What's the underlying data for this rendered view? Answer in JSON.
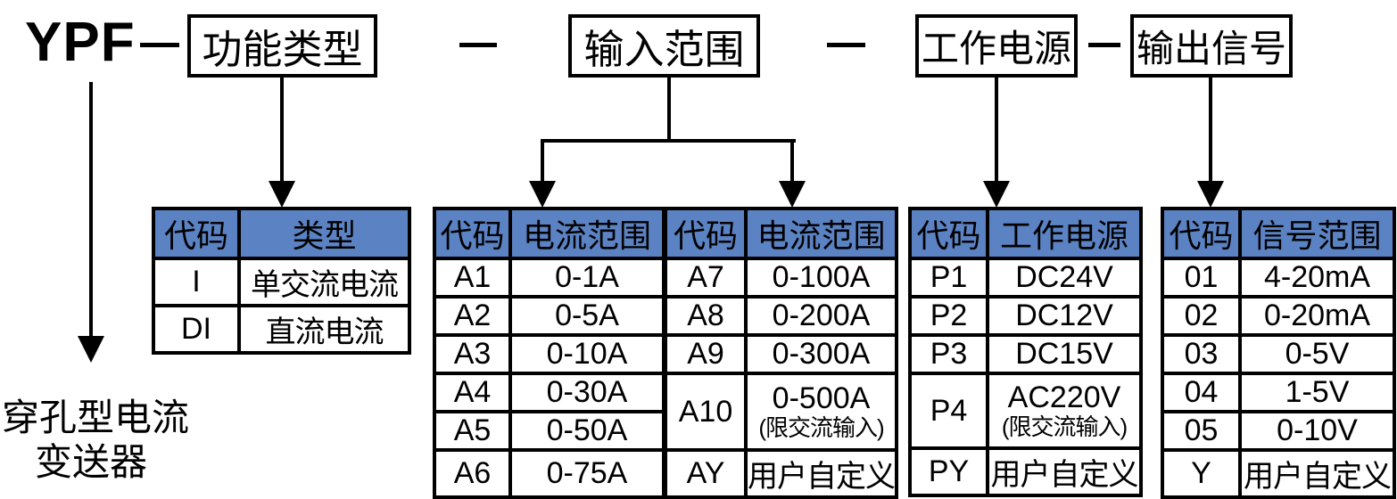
{
  "title": {
    "prefix": "YPF"
  },
  "segments": {
    "function_type": "功能类型",
    "input_range": "输入范围",
    "power_supply": "工作电源",
    "output_signal": "输出信号"
  },
  "prefix_note": {
    "line1": "穿孔型电流",
    "line2": "变送器"
  },
  "colors": {
    "header_bg": "#5B83C4",
    "line": "#000000",
    "background": "#FFFFFF"
  },
  "function_table": {
    "headers": [
      "代码",
      "类型"
    ],
    "rows": [
      [
        "I",
        "单交流电流"
      ],
      [
        "DI",
        "直流电流"
      ]
    ]
  },
  "input_table": {
    "headers": [
      "代码",
      "电流范围",
      "代码",
      "电流范围"
    ],
    "rows": [
      [
        "A1",
        "0-1A",
        "A7",
        "0-100A"
      ],
      [
        "A2",
        "0-5A",
        "A8",
        "0-200A"
      ],
      [
        "A3",
        "0-10A",
        "A9",
        "0-300A"
      ],
      [
        "A4",
        "0-30A"
      ],
      [
        "A5",
        "0-50A"
      ],
      [
        "A6",
        "0-75A",
        "AY",
        "用户自定义"
      ]
    ],
    "span_code": "A10",
    "span_value": "0-500A",
    "span_note": "(限交流输入)"
  },
  "power_table": {
    "headers": [
      "代码",
      "工作电源"
    ],
    "rows": [
      [
        "P1",
        "DC24V"
      ],
      [
        "P2",
        "DC12V"
      ],
      [
        "P3",
        "DC15V"
      ]
    ],
    "span_code": "P4",
    "span_value": "AC220V",
    "span_note": "(限交流输入)",
    "last_row": [
      "PY",
      "用户自定义"
    ]
  },
  "output_table": {
    "headers": [
      "代码",
      "信号范围"
    ],
    "rows": [
      [
        "01",
        "4-20mA"
      ],
      [
        "02",
        "0-20mA"
      ],
      [
        "03",
        "0-5V"
      ],
      [
        "04",
        "1-5V"
      ],
      [
        "05",
        "0-10V"
      ],
      [
        "Y",
        "用户自定义"
      ]
    ]
  }
}
